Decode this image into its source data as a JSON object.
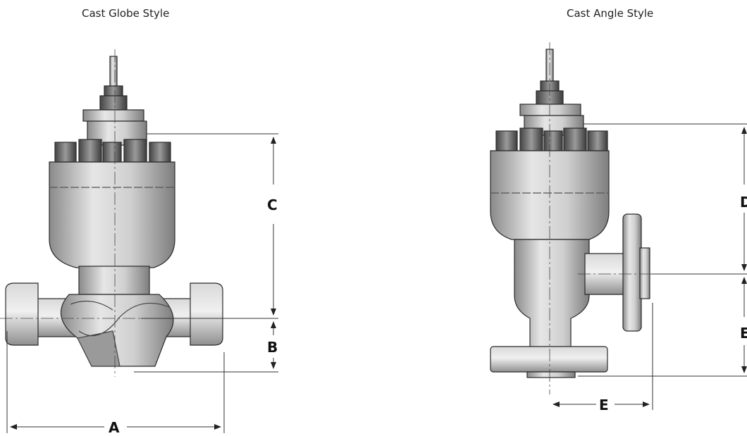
{
  "titles": {
    "globe": "Cast Globe Style",
    "angle": "Cast Angle Style"
  },
  "dimensions": {
    "globe": {
      "a": "A",
      "b": "B",
      "c": "C"
    },
    "angle": {
      "d": "D",
      "e_vertical": "E",
      "e_horizontal": "E"
    }
  },
  "colors": {
    "body_light": "#dcdcdc",
    "body_mid": "#b5b5b5",
    "body_dark": "#7c7c7c",
    "bolt": "#5f5f5f",
    "outline": "#2a2a2a",
    "dim_line": "#333333"
  }
}
